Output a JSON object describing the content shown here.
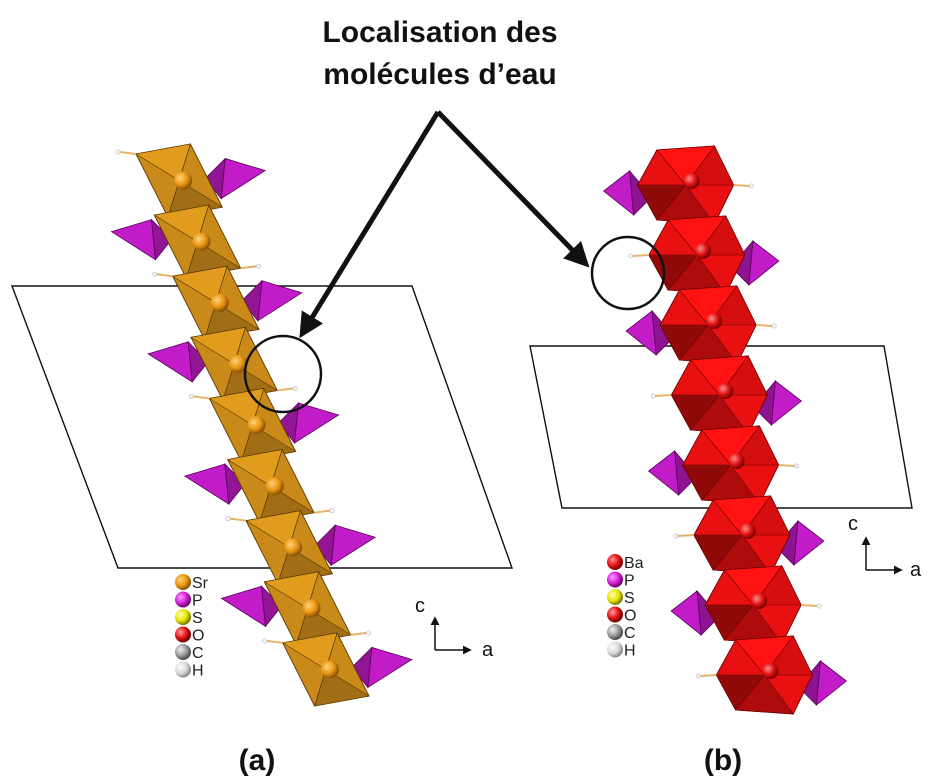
{
  "annotation": {
    "line1": "Localisation des",
    "line2": "molécules d’eau"
  },
  "panels": [
    {
      "label": "(a)",
      "metal": "Sr",
      "polyhedron_color": "#c98a1a",
      "legend": [
        {
          "symbol": "Sr",
          "color": "#e8950f"
        },
        {
          "symbol": "P",
          "color": "#d21fd2"
        },
        {
          "symbol": "S",
          "color": "#e6e600"
        },
        {
          "symbol": "O",
          "color": "#dd1111"
        },
        {
          "symbol": "C",
          "color": "#9a9a9a"
        },
        {
          "symbol": "H",
          "color": "#d9d9d9"
        }
      ],
      "axes": {
        "vertical": "c",
        "horizontal": "a"
      }
    },
    {
      "label": "(b)",
      "metal": "Ba",
      "polyhedron_color": "#e81010",
      "legend": [
        {
          "symbol": "Ba",
          "color": "#dd1111"
        },
        {
          "symbol": "P",
          "color": "#d21fd2"
        },
        {
          "symbol": "S",
          "color": "#e6e600"
        },
        {
          "symbol": "O",
          "color": "#dd1111"
        },
        {
          "symbol": "C",
          "color": "#9a9a9a"
        },
        {
          "symbol": "H",
          "color": "#d9d9d9"
        }
      ],
      "axes": {
        "vertical": "c",
        "horizontal": "a"
      }
    }
  ],
  "colors": {
    "phosphate": "#c21cc8",
    "water_h": "#e7b26a"
  }
}
